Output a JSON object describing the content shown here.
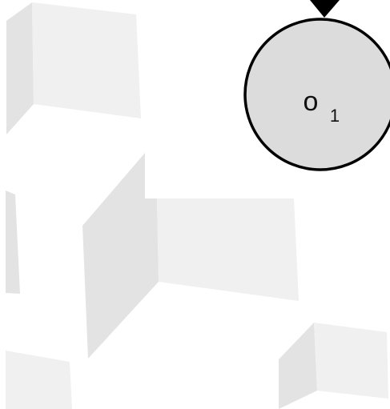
{
  "diagram": {
    "background_color": "#ffffff",
    "panel_side_color": "#e3e3e3",
    "panel_front_color": "#f0f0f0",
    "panels": [
      {
        "id": "top-left"
      },
      {
        "id": "left-edge"
      },
      {
        "id": "center"
      },
      {
        "id": "bottom-left"
      },
      {
        "id": "bottom-right"
      }
    ],
    "node": {
      "label_main": "o",
      "label_sub": "1",
      "fill_color": "#dcdcdc",
      "stroke_color": "#000000"
    },
    "incoming_arrow": {
      "color": "#000000",
      "direction": "down"
    }
  }
}
